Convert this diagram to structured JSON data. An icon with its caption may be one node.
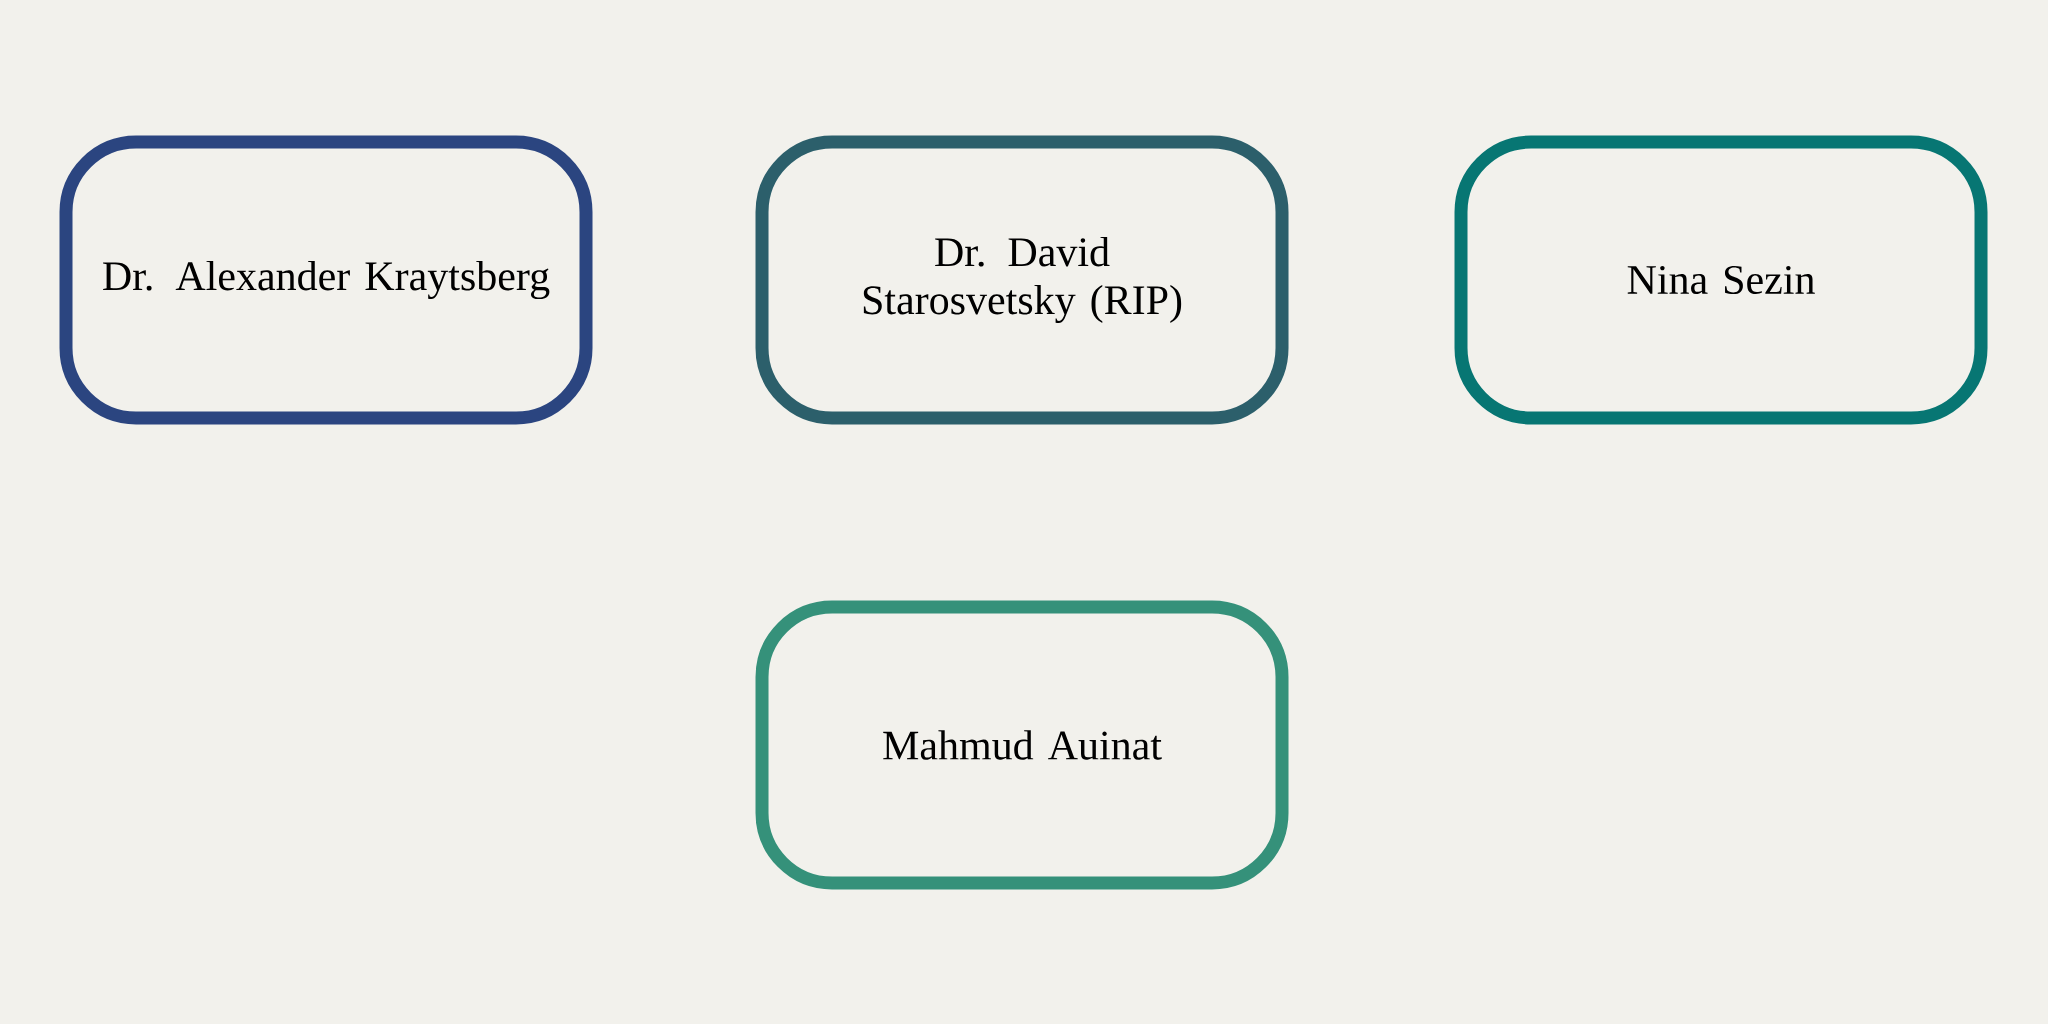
{
  "diagram": {
    "nodes": [
      {
        "text": [
          "Dr. Alexander Kraytsberg"
        ]
      },
      {
        "text": [
          "Dr. David Starosvetsky (RIP)"
        ]
      },
      {
        "text": [
          "Nina Sezin"
        ]
      },
      {
        "text": [
          "Mahmud Auinat"
        ]
      }
    ]
  }
}
